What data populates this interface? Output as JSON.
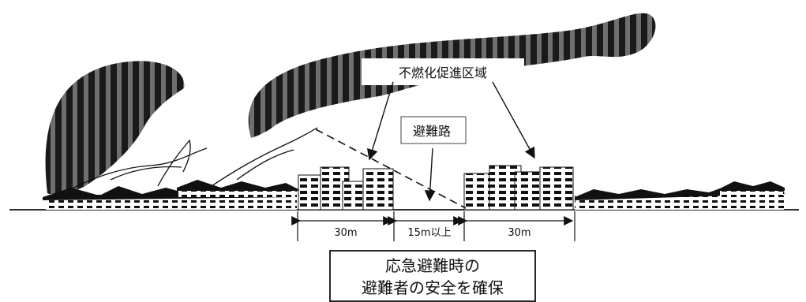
{
  "labels": {
    "fireproof_zone": "不燃化促進区域",
    "evacuation_route": "避難路"
  },
  "dimensions": {
    "left_width": "30m",
    "road_width": "15m以上",
    "right_width": "30m"
  },
  "summary": {
    "line1": "応急避難時の",
    "line2": "避難者の安全を確保"
  },
  "colors": {
    "ink": "#111111",
    "smoke_dark": "#1a1a1a",
    "smoke_light": "#6f6f6f",
    "background": "#ffffff"
  }
}
